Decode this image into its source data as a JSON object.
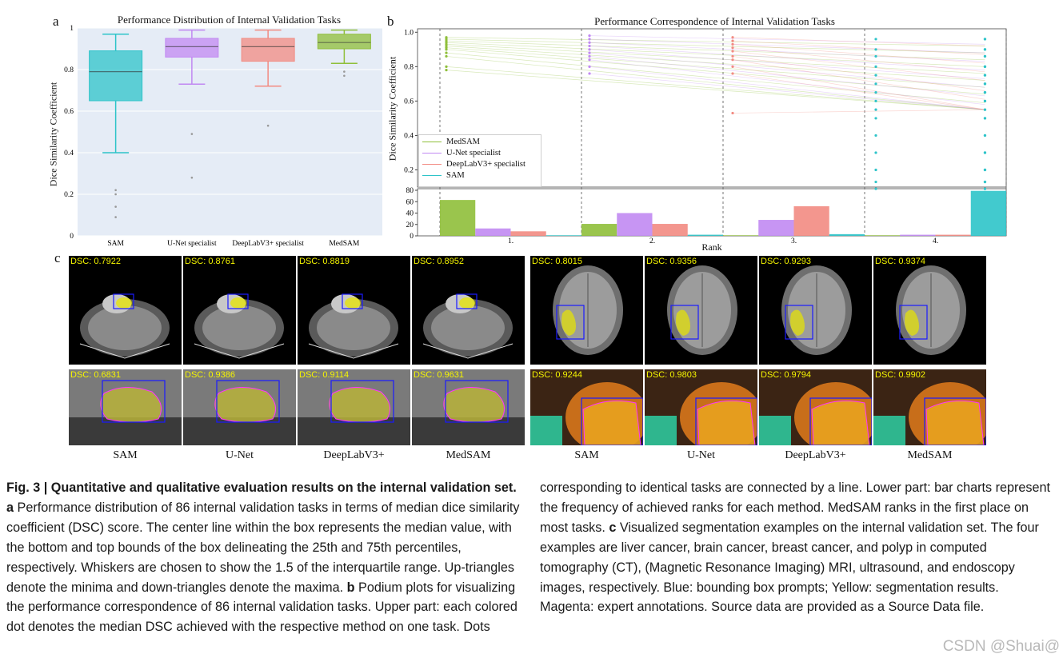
{
  "panel_a": {
    "letter": "a",
    "title": "Performance Distribution of Internal Validation Tasks",
    "ylabel": "Dice Similarity Coefficient",
    "yticks": [
      "0",
      "0.2",
      "0.4",
      "0.6",
      "0.8",
      "1"
    ],
    "categories": [
      "SAM",
      "U-Net specialist",
      "DeepLabV3+ specialist",
      "MedSAM"
    ]
  },
  "panel_b": {
    "letter": "b",
    "title": "Performance Correspondence of Internal Validation Tasks",
    "ylabel": "Dice Similarity Coefficient",
    "xlabel": "Rank",
    "yticks_top": [
      "0.2",
      "0.4",
      "0.6",
      "0.8",
      "1.0"
    ],
    "yticks_bottom": [
      "0",
      "20",
      "40",
      "60",
      "80"
    ],
    "ranks": [
      "1.",
      "2.",
      "3.",
      "4."
    ],
    "legend": [
      "MedSAM",
      "U-Net specialist",
      "DeepLabV3+ specialist",
      "SAM"
    ]
  },
  "panel_c": {
    "letter": "c",
    "left_row1_dsc": [
      "DSC: 0.7922",
      "DSC: 0.8761",
      "DSC: 0.8819",
      "DSC: 0.8952"
    ],
    "right_row1_dsc": [
      "DSC: 0.8015",
      "DSC: 0.9356",
      "DSC: 0.9293",
      "DSC: 0.9374"
    ],
    "left_row2_dsc": [
      "DSC: 0.6831",
      "DSC: 0.9386",
      "DSC: 0.9114",
      "DSC: 0.9631"
    ],
    "right_row2_dsc": [
      "DSC: 0.9244",
      "DSC: 0.9803",
      "DSC: 0.9794",
      "DSC: 0.9902"
    ],
    "method_labels": [
      "SAM",
      "U-Net",
      "DeepLabV3+",
      "MedSAM"
    ]
  },
  "caption": {
    "left_lead": "Fig. 3 | Quantitative and qualitative evaluation results on the internal validation set.",
    "left_a_letter": "a",
    "left_a_text": "Performance distribution of 86 internal validation tasks in terms of median dice similarity coefficient (DSC) score. The center line within the box represents the median value, with the bottom and top bounds of the box delineating the 25th and 75th percentiles, respectively. Whiskers are chosen to show the 1.5 of the interquartile range. Up-triangles denote the minima and down-triangles denote the maxima.",
    "left_b_letter": "b",
    "left_b_text": "Podium plots for visualizing the performance correspondence of 86 internal validation tasks. Upper part: each colored dot denotes the median DSC achieved with the respective method on one task. Dots",
    "right_text_1": "corresponding to identical tasks are connected by a line. Lower part: bar charts represent the frequency of achieved ranks for each method. MedSAM ranks in the first place on most tasks.",
    "right_c_letter": "c",
    "right_text_2": "Visualized segmentation examples on the internal validation set. The four examples are liver cancer, brain cancer, breast cancer, and polyp in computed tomography (CT), (Magnetic Resonance Imaging) MRI, ultrasound, and endoscopy images, respectively. Blue: bounding box prompts; Yellow: segmentation results. Magenta: expert annotations. Source data are provided as a Source Data file."
  },
  "watermark": "CSDN @Shuai@",
  "colors": {
    "sam": "#2ec4c9",
    "unet": "#c189f2",
    "deeplab": "#f28b82",
    "medsam": "#8fbf3a",
    "plot_bg": "#e5ecf6",
    "bbox": "#1a1aff",
    "seg": "#e8e600",
    "gt": "#ff33ff"
  },
  "chart_data": [
    {
      "type": "box",
      "title": "Performance Distribution of Internal Validation Tasks",
      "ylabel": "Dice Similarity Coefficient",
      "ylim": [
        0,
        1
      ],
      "categories": [
        "SAM",
        "U-Net specialist",
        "DeepLabV3+ specialist",
        "MedSAM"
      ],
      "series": [
        {
          "name": "SAM",
          "min": 0.4,
          "q1": 0.65,
          "median": 0.79,
          "q3": 0.89,
          "max": 0.97,
          "outliers": [
            0.22,
            0.2,
            0.14,
            0.09
          ]
        },
        {
          "name": "U-Net specialist",
          "min": 0.73,
          "q1": 0.86,
          "median": 0.91,
          "q3": 0.95,
          "max": 0.99,
          "outliers": [
            0.49,
            0.28
          ]
        },
        {
          "name": "DeepLabV3+ specialist",
          "min": 0.72,
          "q1": 0.84,
          "median": 0.91,
          "q3": 0.95,
          "max": 0.99,
          "outliers": [
            0.53
          ]
        },
        {
          "name": "MedSAM",
          "min": 0.83,
          "q1": 0.9,
          "median": 0.93,
          "q3": 0.97,
          "max": 0.99,
          "outliers": [
            0.79,
            0.77
          ]
        }
      ]
    },
    {
      "type": "bar",
      "title": "Performance Correspondence of Internal Validation Tasks",
      "xlabel": "Rank",
      "categories": [
        "1.",
        "2.",
        "3.",
        "4."
      ],
      "ylim": [
        0,
        80
      ],
      "series": [
        {
          "name": "MedSAM",
          "values": [
            63,
            21,
            1,
            1
          ]
        },
        {
          "name": "U-Net specialist",
          "values": [
            13,
            40,
            28,
            2
          ]
        },
        {
          "name": "DeepLabV3+ specialist",
          "values": [
            8,
            21,
            52,
            2
          ]
        },
        {
          "name": "SAM",
          "values": [
            1,
            2,
            3,
            79
          ]
        }
      ]
    }
  ]
}
